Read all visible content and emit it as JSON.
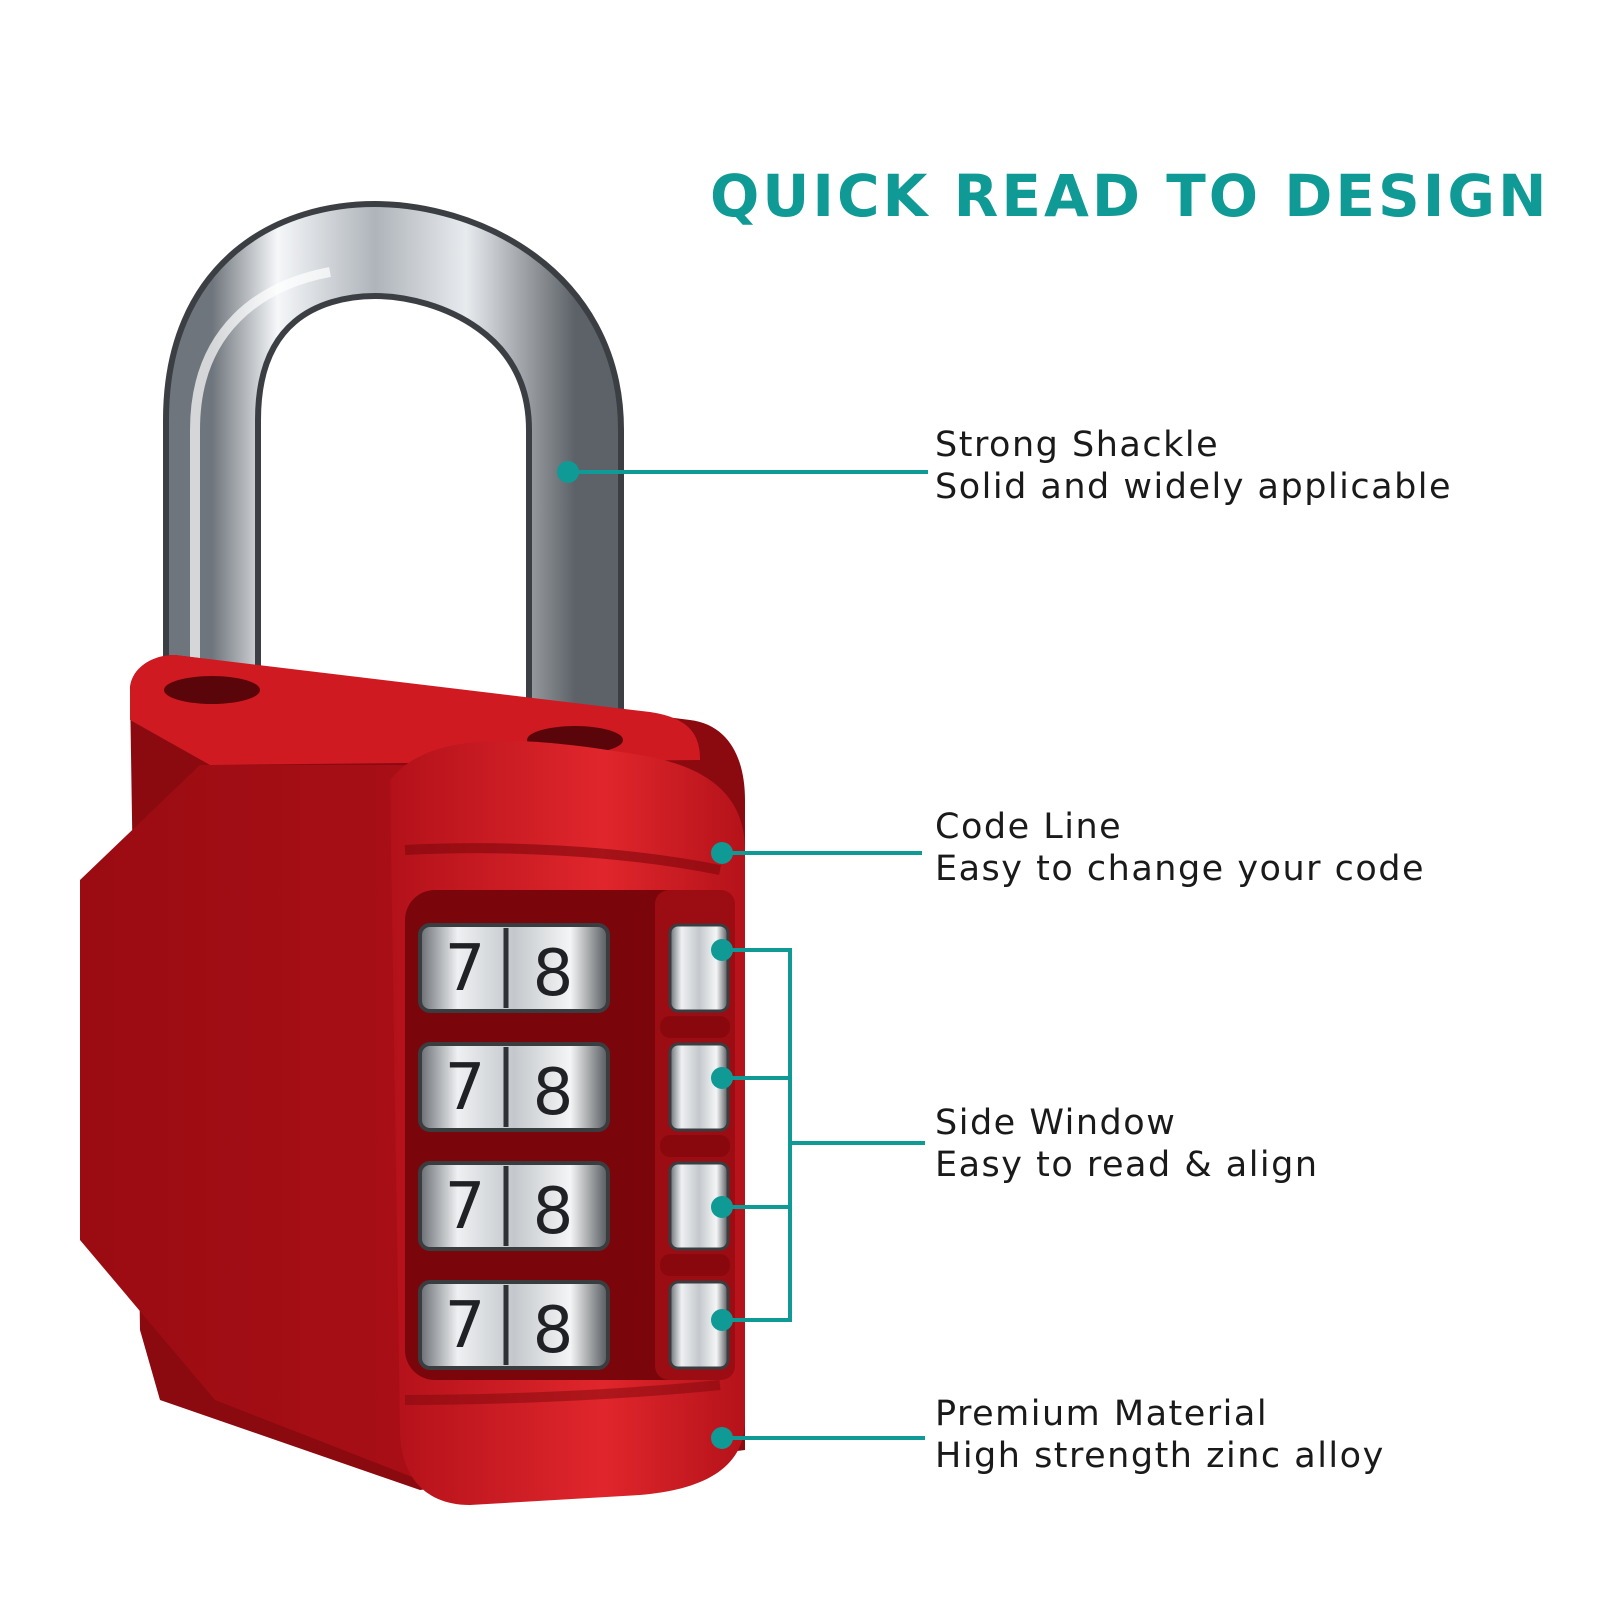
{
  "headline": "QUICK READ TO DESIGN",
  "colors": {
    "accent": "#0f9a95",
    "lock_body": "#c4141c",
    "lock_body_dark": "#8f0a10",
    "shackle": "#cfd3d8",
    "text": "#1a1a1a"
  },
  "callouts": [
    {
      "title": "Strong Shackle",
      "subtitle": "Solid and widely applicable"
    },
    {
      "title": "Code Line",
      "subtitle": "Easy to change your code"
    },
    {
      "title": "Side Window",
      "subtitle": "Easy to read & align"
    },
    {
      "title": "Premium Material",
      "subtitle": "High strength zinc alloy"
    }
  ],
  "dials": [
    {
      "front_digits": [
        "7",
        "8"
      ]
    },
    {
      "front_digits": [
        "7",
        "8"
      ]
    },
    {
      "front_digits": [
        "7",
        "8"
      ]
    },
    {
      "front_digits": [
        "7",
        "8"
      ]
    }
  ]
}
